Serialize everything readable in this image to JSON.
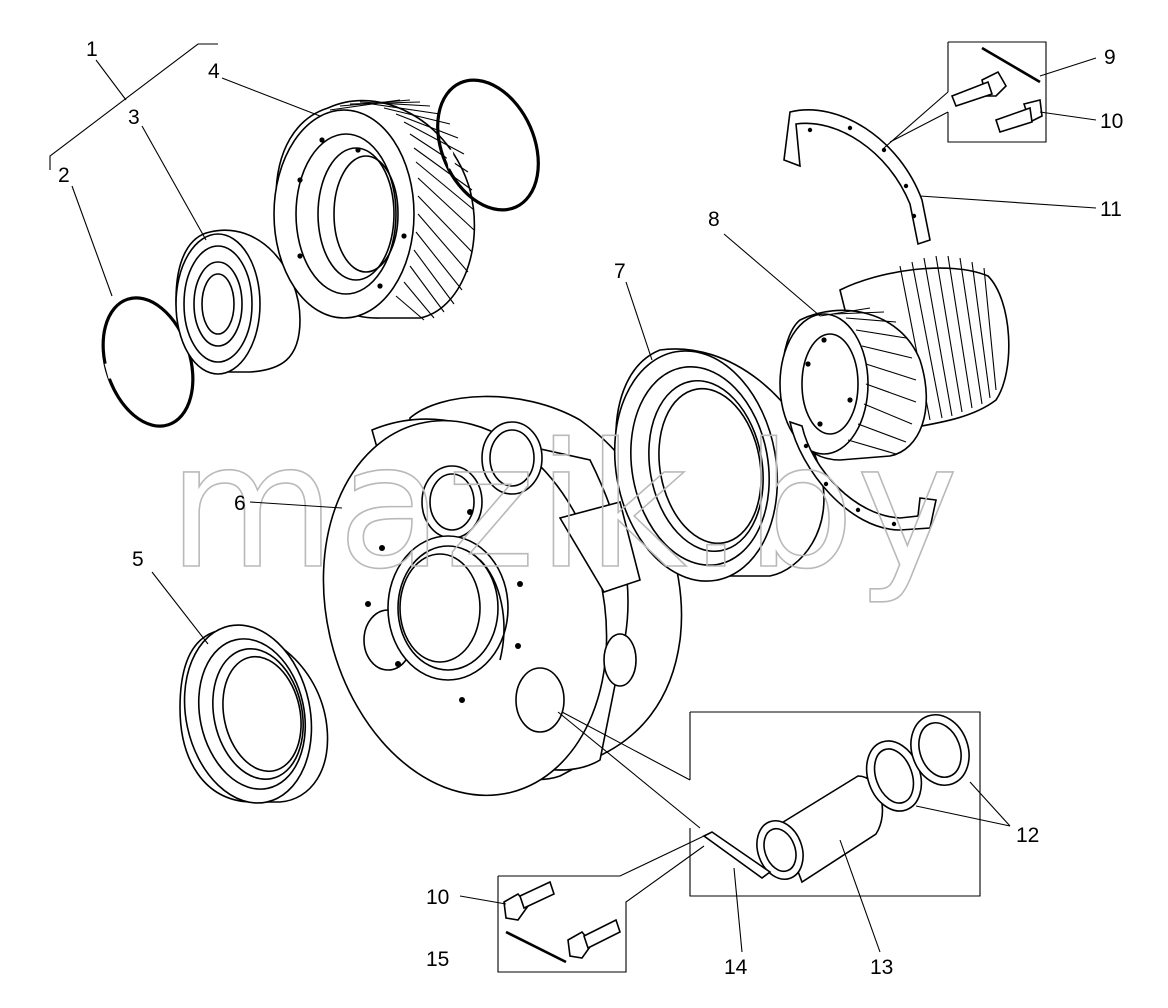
{
  "watermark": "mazik.by",
  "callouts": {
    "c1": "1",
    "c2": "2",
    "c3": "3",
    "c4": "4",
    "c5": "5",
    "c6": "6",
    "c7": "7",
    "c8": "8",
    "c9": "9",
    "c10a": "10",
    "c10b": "10",
    "c11": "11",
    "c12": "12",
    "c13": "13",
    "c14": "14",
    "c15": "15"
  }
}
